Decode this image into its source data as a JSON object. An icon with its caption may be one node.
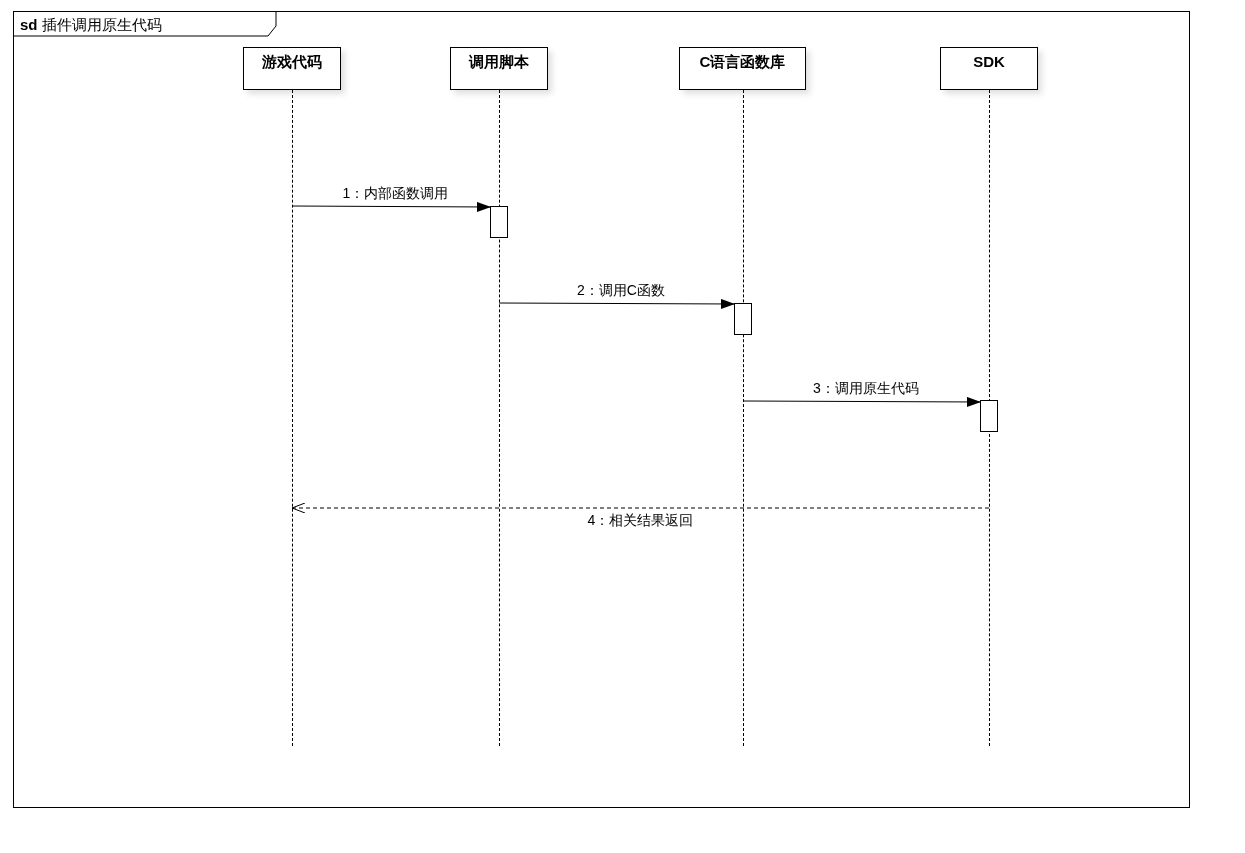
{
  "diagram": {
    "nodes": [
      {
        "text": [
          "**sd** 插件调用原生代码"
        ]
      },
      {
        "text": [
          "游戏代码"
        ],
        "in": 0
      },
      {
        "text": [
          "调用脚本"
        ],
        "in": 0
      },
      {
        "text": [
          "C语言函数库"
        ],
        "in": 0
      },
      {
        "text": [
          "SDK"
        ],
        "in": 0
      },
      {
        "text": [],
        "shape": "line",
        "in": 0
      },
      {
        "text": [],
        "shape": "line",
        "in": 0
      },
      {
        "text": [],
        "shape": "line",
        "in": 0
      },
      {
        "text": [],
        "shape": "line",
        "in": 0
      },
      {
        "text": [],
        "shape": "bar",
        "in": 0
      },
      {
        "text": [],
        "shape": "bar",
        "in": 0
      },
      {
        "text": [],
        "shape": "bar",
        "in": 0
      }
    ],
    "edges": [
      {
        "from": 5,
        "to": 9,
        "arrow": "to",
        "label": "1：内部函数调用"
      },
      {
        "from": 6,
        "to": 10,
        "arrow": "to",
        "label": "2：调用C函数"
      },
      {
        "from": 7,
        "to": 11,
        "arrow": "to",
        "label": "3：调用原生代码"
      },
      {
        "from": 8,
        "to": 5,
        "arrow": "to",
        "label": "4：相关结果返回",
        "style": "dashed"
      }
    ]
  }
}
